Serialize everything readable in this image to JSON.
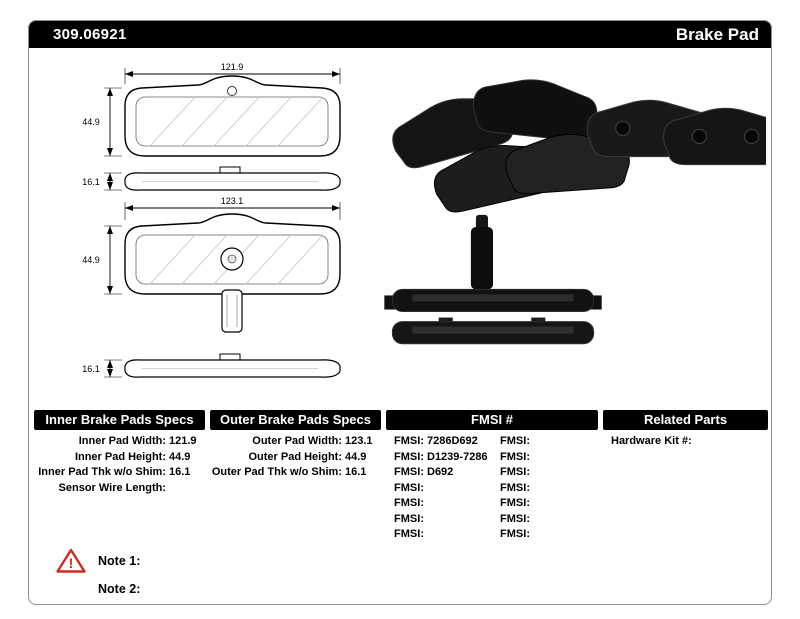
{
  "header": {
    "part_number": "309.06921",
    "product_name": "Brake Pad"
  },
  "diagrams": {
    "inner_pad": {
      "width": "121.9",
      "height": "44.9",
      "thickness": "16.1"
    },
    "outer_pad": {
      "width": "123.1",
      "height": "44.9",
      "thickness": "16.1"
    }
  },
  "specs": {
    "inner": {
      "title": "Inner Brake Pads Specs",
      "rows": [
        {
          "label": "Inner Pad Width:",
          "value": "121.9"
        },
        {
          "label": "Inner Pad Height:",
          "value": "44.9"
        },
        {
          "label": "Inner Pad Thk w/o Shim:",
          "value": "16.1"
        },
        {
          "label": "Sensor Wire Length:",
          "value": ""
        }
      ]
    },
    "outer": {
      "title": "Outer Brake Pads Specs",
      "rows": [
        {
          "label": "Outer Pad Width:",
          "value": "123.1"
        },
        {
          "label": "Outer Pad Height:",
          "value": "44.9"
        },
        {
          "label": "Outer Pad Thk w/o Shim:",
          "value": "16.1"
        }
      ]
    },
    "fmsi": {
      "title": "FMSI #",
      "left_rows": [
        {
          "label": "FMSI:",
          "value": "7286D692"
        },
        {
          "label": "FMSI:",
          "value": "D1239-7286"
        },
        {
          "label": "FMSI:",
          "value": "D692"
        },
        {
          "label": "FMSI:",
          "value": ""
        },
        {
          "label": "FMSI:",
          "value": ""
        },
        {
          "label": "FMSI:",
          "value": ""
        },
        {
          "label": "FMSI:",
          "value": ""
        }
      ],
      "right_rows": [
        {
          "label": "FMSI:",
          "value": ""
        },
        {
          "label": "FMSI:",
          "value": ""
        },
        {
          "label": "FMSI:",
          "value": ""
        },
        {
          "label": "FMSI:",
          "value": ""
        },
        {
          "label": "FMSI:",
          "value": ""
        },
        {
          "label": "FMSI:",
          "value": ""
        },
        {
          "label": "FMSI:",
          "value": ""
        }
      ]
    },
    "related": {
      "title": "Related Parts",
      "rows": [
        {
          "label": "Hardware Kit #:",
          "value": ""
        }
      ]
    }
  },
  "notes": {
    "warning_icon": "!",
    "note1": "Note 1:",
    "note2": "Note 2:"
  }
}
